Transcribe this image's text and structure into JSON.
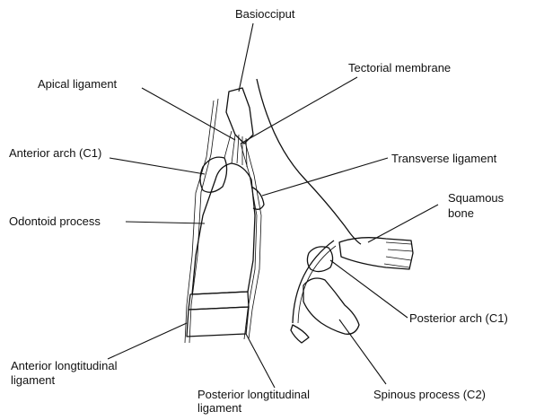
{
  "labels": {
    "basiocciput": "Basiocciput",
    "tectorial_membrane": "Tectorial membrane",
    "apical_ligament": "Apical ligament",
    "anterior_arch_c1": "Anterior arch (C1)",
    "transverse_ligament": "Transverse ligament",
    "squamous_bone_line1": "Squamous",
    "squamous_bone_line2": "bone",
    "odontoid_process": "Odontoid process",
    "posterior_arch_c1": "Posterior arch (C1)",
    "anterior_longitudinal_line1": "Anterior longtitudinal",
    "anterior_longitudinal_line2": "ligament",
    "posterior_longitudinal_line1": "Posterior longtitudinal",
    "posterior_longitudinal_line2": "ligament",
    "spinous_process_c2": "Spinous process (C2)"
  }
}
